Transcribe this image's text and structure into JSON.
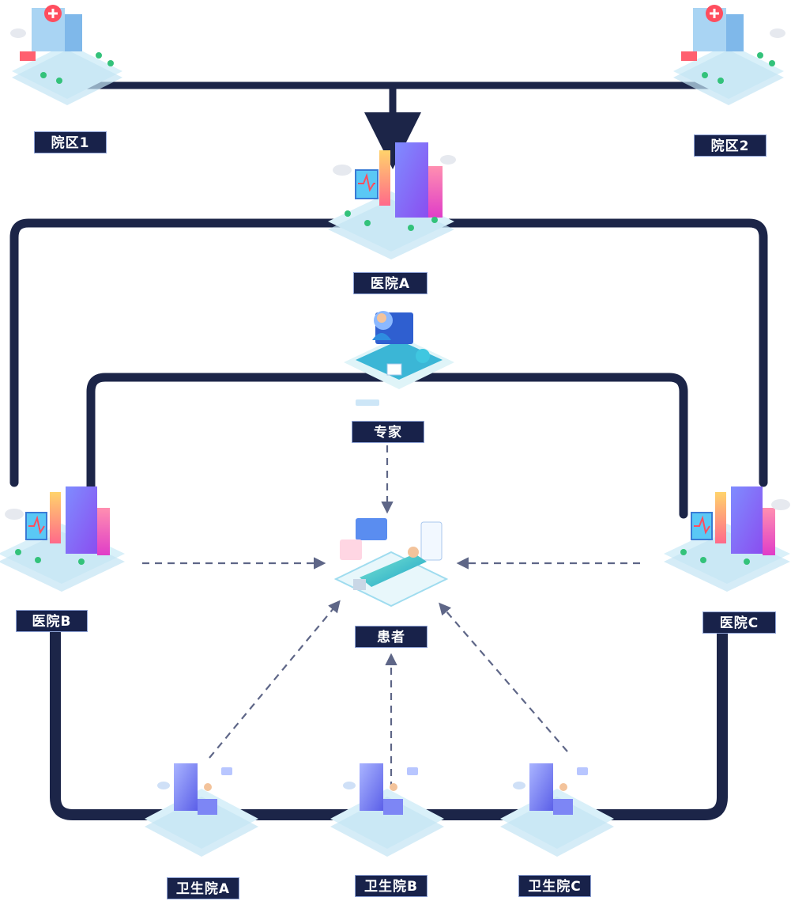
{
  "nodes": {
    "campus1": {
      "label": "院区1"
    },
    "campus2": {
      "label": "院区2"
    },
    "hospital_a": {
      "label": "医院A"
    },
    "expert": {
      "label": "专家"
    },
    "hospital_b": {
      "label": "医院B"
    },
    "hospital_c": {
      "label": "医院C"
    },
    "patient": {
      "label": "患者"
    },
    "clinic_a": {
      "label": "卫生院A"
    },
    "clinic_b": {
      "label": "卫生院B"
    },
    "clinic_c": {
      "label": "卫生院C"
    }
  },
  "colors": {
    "line": "#1c2548",
    "dashed": "#5e6687",
    "label_bg": "#18224a",
    "tile": "#cfe9f6",
    "building_blue": "#6b6df2",
    "building_pink": "#f06bd6",
    "cyan": "#3fc7e0"
  }
}
